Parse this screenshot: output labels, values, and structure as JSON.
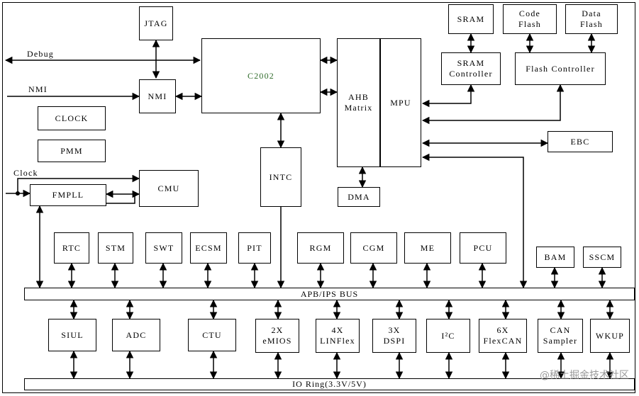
{
  "blocks": {
    "jtag": "JTAG",
    "sram": "SRAM",
    "code_flash": "Code\nFlash",
    "data_flash": "Data\nFlash",
    "sram_ctrl": "SRAM\nController",
    "flash_ctrl": "Flash Controller",
    "cpu": "C2002",
    "ahb": "AHB\nMatrix",
    "mpu": "MPU",
    "nmi": "NMI",
    "clock": "CLOCK",
    "pmm": "PMM",
    "cmu": "CMU",
    "fmpll": "FMPLL",
    "intc": "INTC",
    "dma": "DMA",
    "ebc": "EBC",
    "rtc": "RTC",
    "stm": "STM",
    "swt": "SWT",
    "ecsm": "ECSM",
    "pit": "PIT",
    "rgm": "RGM",
    "cgm": "CGM",
    "me": "ME",
    "pcu": "PCU",
    "bam": "BAM",
    "sscm": "SSCM",
    "apb_bus": "APB/IPS BUS",
    "siul": "SIUL",
    "adc": "ADC",
    "ctu": "CTU",
    "emios": "2X\neMIOS",
    "linflex": "4X\nLINFlex",
    "dspi": "3X\nDSPI",
    "i2c": "I²C",
    "flexcan": "6X\nFlexCAN",
    "can_sampler": "CAN\nSampler",
    "wkup": "WKUP",
    "io_ring": "IO Ring(3.3V/5V)"
  },
  "labels": {
    "debug": "Debug",
    "nmi_in": "NMI",
    "clock_in": "Clock"
  },
  "watermark": "@稀土掘金技术社区"
}
